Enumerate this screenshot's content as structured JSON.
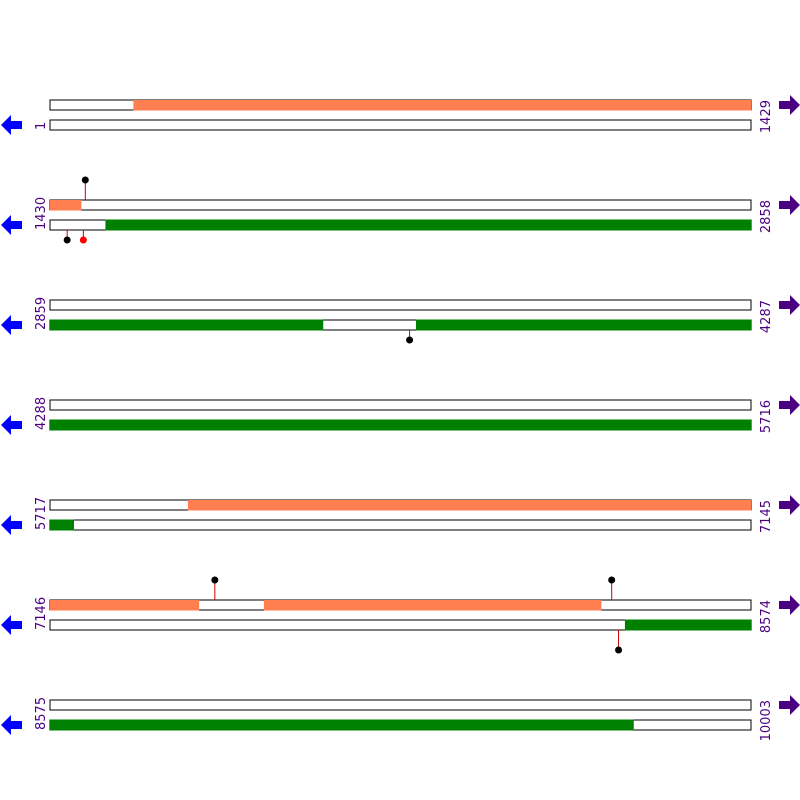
{
  "colors": {
    "forward_feature": "#ff7f50",
    "reverse_feature": "#008000",
    "track_outline": "#000000",
    "marker_stem": "#cc0000",
    "marker_black": "#000000",
    "marker_red": "#ff0000",
    "arrow_left": "#0000ff",
    "arrow_right": "#4b0082",
    "label": "#4b0082"
  },
  "legend": {
    "left_arrow_icon": "left-arrow-icon",
    "right_arrow_icon": "right-arrow-icon"
  },
  "rows": [
    {
      "start": 1,
      "end": 1429,
      "start_label": "1",
      "end_label": "1429",
      "forward_features": [
        [
          171,
          1429
        ]
      ],
      "reverse_features": [],
      "markers": []
    },
    {
      "start": 1430,
      "end": 2858,
      "start_label": "1430",
      "end_label": "2858",
      "forward_features": [
        [
          1430,
          1493
        ]
      ],
      "reverse_features": [
        [
          1543,
          2858
        ]
      ],
      "markers": [
        {
          "pos": 1502,
          "strand": "forward",
          "color": "black"
        },
        {
          "pos": 1465,
          "strand": "reverse",
          "color": "black"
        },
        {
          "pos": 1498,
          "strand": "reverse",
          "color": "red"
        }
      ]
    },
    {
      "start": 2859,
      "end": 4287,
      "start_label": "2859",
      "end_label": "4287",
      "forward_features": [],
      "reverse_features": [
        [
          2859,
          3415
        ],
        [
          3605,
          4287
        ]
      ],
      "markers": [
        {
          "pos": 3592,
          "strand": "reverse",
          "color": "black"
        }
      ]
    },
    {
      "start": 4288,
      "end": 5716,
      "start_label": "4288",
      "end_label": "5716",
      "forward_features": [],
      "reverse_features": [
        [
          4288,
          5716
        ]
      ],
      "markers": []
    },
    {
      "start": 5717,
      "end": 7145,
      "start_label": "5717",
      "end_label": "7145",
      "forward_features": [
        [
          5998,
          7145
        ]
      ],
      "reverse_features": [
        [
          5717,
          5765
        ]
      ],
      "markers": []
    },
    {
      "start": 7146,
      "end": 8574,
      "start_label": "7146",
      "end_label": "8574",
      "forward_features": [
        [
          7146,
          7449
        ],
        [
          7582,
          8269
        ]
      ],
      "reverse_features": [
        [
          8318,
          8574
        ]
      ],
      "markers": [
        {
          "pos": 7482,
          "strand": "forward",
          "color": "black"
        },
        {
          "pos": 8291,
          "strand": "forward",
          "color": "black"
        },
        {
          "pos": 8305,
          "strand": "reverse",
          "color": "black"
        }
      ]
    },
    {
      "start": 8575,
      "end": 10003,
      "start_label": "8575",
      "end_label": "10003",
      "forward_features": [],
      "reverse_features": [
        [
          8575,
          9764
        ]
      ],
      "markers": []
    }
  ]
}
